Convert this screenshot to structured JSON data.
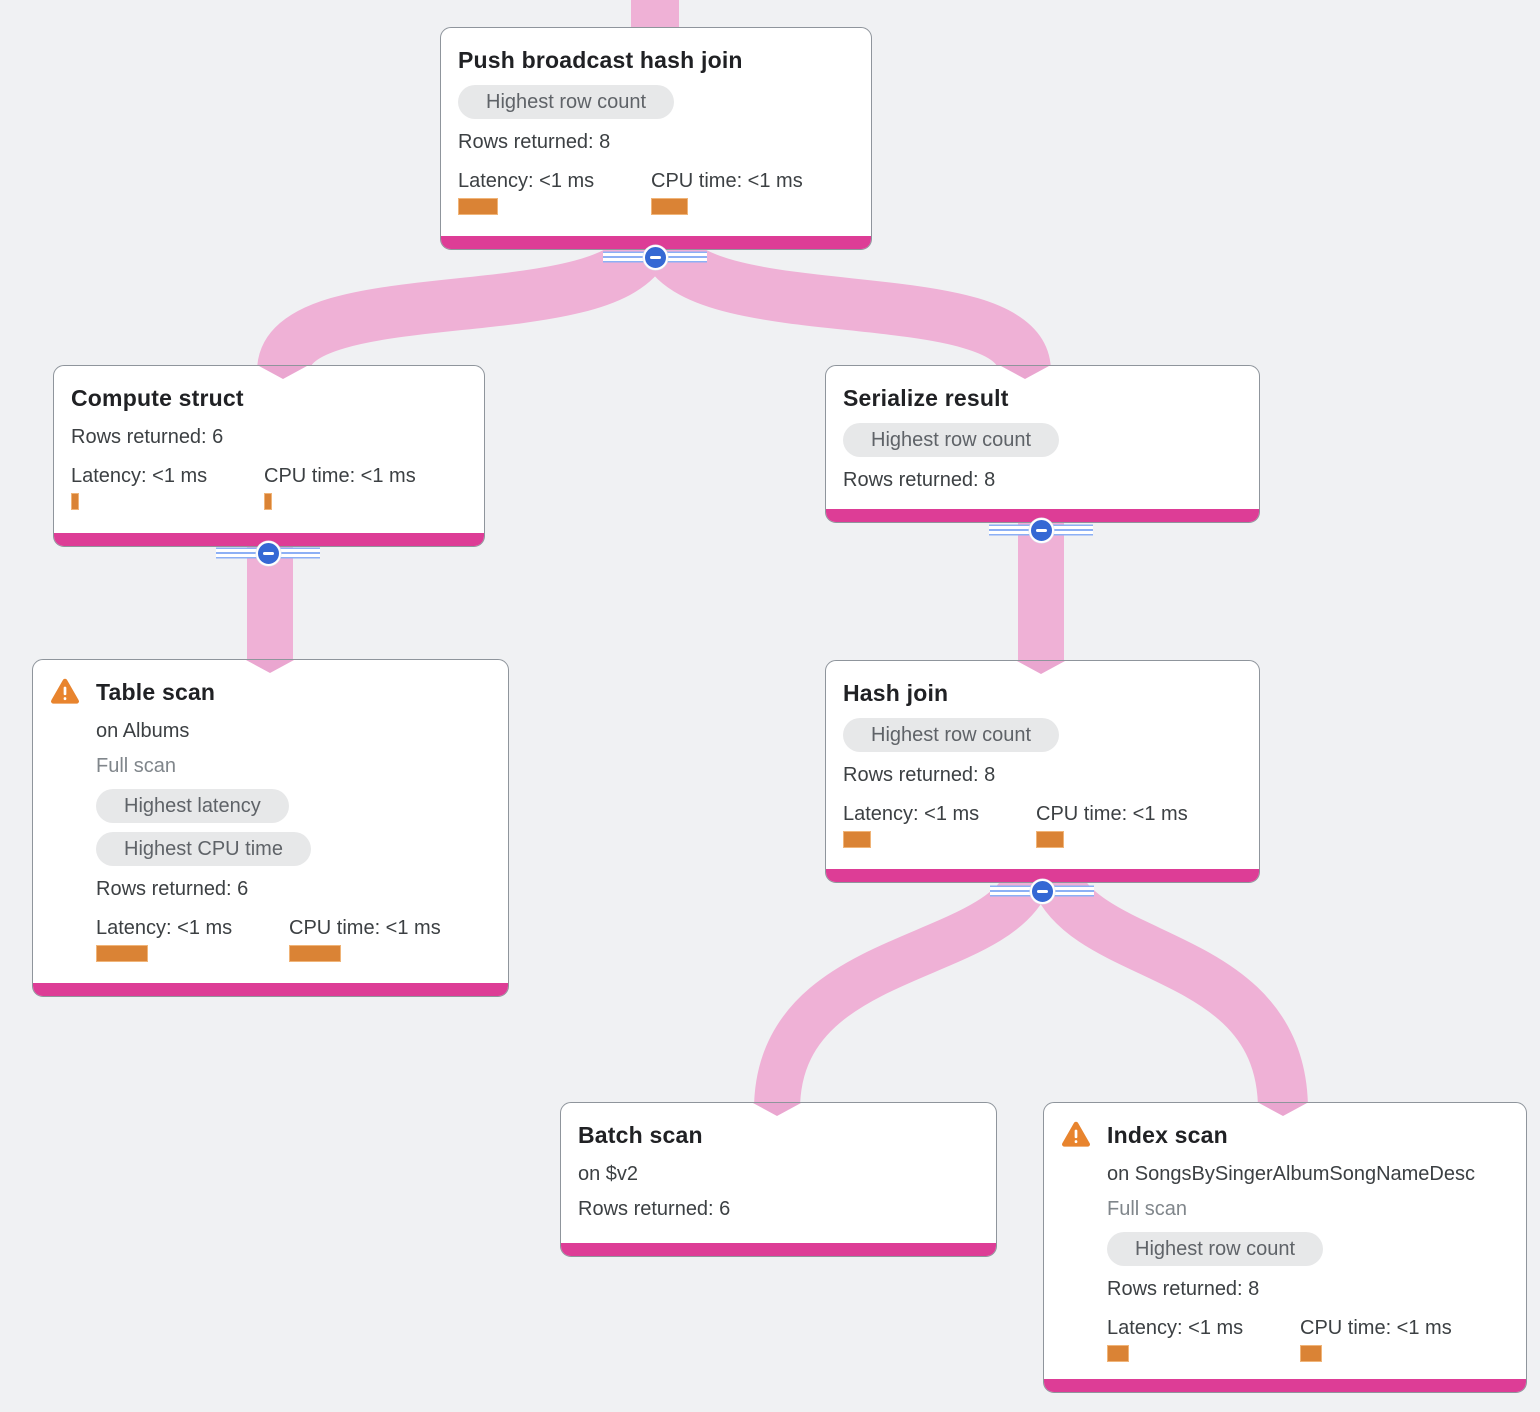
{
  "app": {
    "name": "Query execution plan visualizer"
  },
  "colors": {
    "background": "#f0f1f3",
    "card_background": "#ffffff",
    "card_border": "#8f959c",
    "footer_magenta": "#dd3d96",
    "ribbon_pink": "#efb1d6",
    "ribbon_tip_pink": "#eaa6d0",
    "metric_bar_orange": "#da8335",
    "metric_bar_border": "#f0b478",
    "warning_orange": "#e8842e",
    "badge_background": "#e7e8e9",
    "badge_text": "#5f6368",
    "collapse_blue": "#3568d4",
    "collapse_stripe_blue": "#8cb0f5",
    "title_text": "#202124",
    "body_text": "#3c4043",
    "muted_text": "#80868b"
  },
  "icons": {
    "warning": "warning-triangle-icon (orange triangle with white !)",
    "collapse": "minus-collapse-icon (blue circle with white minus)"
  },
  "nodes": {
    "push": {
      "title": "Push broadcast hash join",
      "badges": [
        "Highest row count"
      ],
      "rows": "Rows returned: 8",
      "latency_label": "Latency: <1 ms",
      "cpu_label": "CPU time: <1 ms"
    },
    "compute": {
      "title": "Compute struct",
      "rows": "Rows returned: 6",
      "latency_label": "Latency: <1 ms",
      "cpu_label": "CPU time: <1 ms"
    },
    "serialize": {
      "title": "Serialize result",
      "badges": [
        "Highest row count"
      ],
      "rows": "Rows returned: 8"
    },
    "table": {
      "title": "Table scan",
      "target": "on Albums",
      "scan_type": "Full scan",
      "badges": [
        "Highest latency",
        "Highest CPU time"
      ],
      "rows": "Rows returned: 6",
      "latency_label": "Latency: <1 ms",
      "cpu_label": "CPU time: <1 ms"
    },
    "hash": {
      "title": "Hash join",
      "badges": [
        "Highest row count"
      ],
      "rows": "Rows returned: 8",
      "latency_label": "Latency: <1 ms",
      "cpu_label": "CPU time: <1 ms"
    },
    "batch": {
      "title": "Batch scan",
      "target": "on $v2",
      "rows": "Rows returned: 6"
    },
    "index": {
      "title": "Index scan",
      "target": "on SongsBySingerAlbumSongNameDesc",
      "scan_type": "Full scan",
      "badges": [
        "Highest row count"
      ],
      "rows": "Rows returned: 8",
      "latency_label": "Latency: <1 ms",
      "cpu_label": "CPU time: <1 ms"
    }
  }
}
